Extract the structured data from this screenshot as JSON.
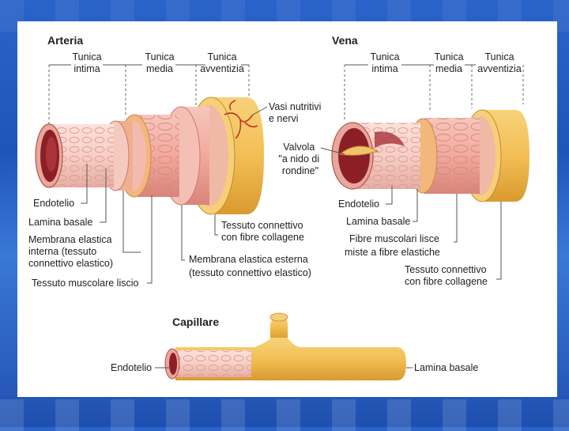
{
  "artery": {
    "title": "Arteria",
    "header_intima": [
      "Tunica",
      "intima"
    ],
    "header_media": [
      "Tunica",
      "media"
    ],
    "header_avventizia": [
      "Tunica",
      "avventizia"
    ],
    "vasi": [
      "Vasi nutritivi",
      "e nervi"
    ],
    "endotelio": "Endotelio",
    "lamina": "Lamina basale",
    "membrana_int": [
      "Membrana elastica",
      "interna (tessuto",
      "connettivo elastico)"
    ],
    "muscolare": "Tessuto muscolare liscio",
    "tessuto_conn": [
      "Tessuto connettivo",
      "con fibre collagene"
    ],
    "membrana_est": [
      "Membrana elastica esterna",
      "(tessuto connettivo elastico)"
    ]
  },
  "vein": {
    "title": "Vena",
    "header_intima": [
      "Tunica",
      "intima"
    ],
    "header_media": [
      "Tunica",
      "media"
    ],
    "header_avventizia": [
      "Tunica",
      "avventizia"
    ],
    "valvola": [
      "Valvola",
      "\"a nido di",
      "rondine\""
    ],
    "endotelio": "Endotelio",
    "lamina": "Lamina basale",
    "fibre": [
      "Fibre muscolari lisce",
      "miste a fibre elastiche"
    ],
    "tessuto_conn": [
      "Tessuto connettivo",
      "con fibre collagene"
    ]
  },
  "capillary": {
    "title": "Capillare",
    "endotelio": "Endotelio",
    "lamina": "Lamina basale"
  },
  "colors": {
    "background": "#2a63c9",
    "adventitia": "#f2c15a",
    "media": "#f3b3a8",
    "intima": "#f7d3cc",
    "lumen": "#8c1f25"
  }
}
